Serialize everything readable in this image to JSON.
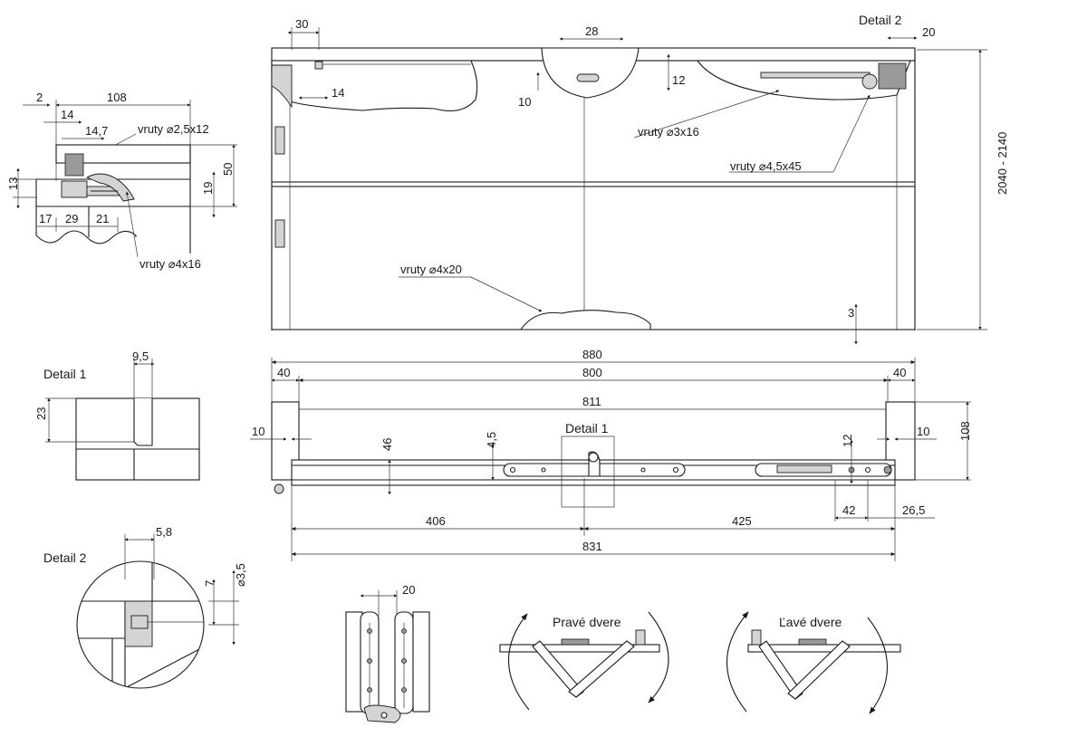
{
  "detail_titles": {
    "detail_2_top": "Detail 2",
    "detail_1": "Detail 1",
    "detail_2": "Detail 2",
    "detail_1_plan": "Detail 1"
  },
  "screws": {
    "s_2_5x12": "vruty ⌀2,5x12",
    "s_4x16": "vruty ⌀4x16",
    "s_3x16": "vruty ⌀3x16",
    "s_4_5x45": "vruty ⌀4,5x45",
    "s_4x20": "vruty ⌀4x20"
  },
  "section_dims": {
    "d2": "2",
    "d108": "108",
    "d14": "14",
    "d14_7": "14,7",
    "d13": "13",
    "d19": "19",
    "d50": "50",
    "d17": "17",
    "d29": "29",
    "d21": "21"
  },
  "elevation_dims": {
    "d30": "30",
    "d14": "14",
    "d28": "28",
    "d10": "10",
    "d12": "12",
    "d20": "20",
    "d2040_2140": "2040 - 2140",
    "d3": "3"
  },
  "plan_dims": {
    "d880": "880",
    "d40_left": "40",
    "d800": "800",
    "d40_right": "40",
    "d811": "811",
    "d10_left": "10",
    "d10_right": "10",
    "d108": "108",
    "d46": "46",
    "d4_5": "4,5",
    "d12": "12",
    "d406": "406",
    "d425": "425",
    "d42": "42",
    "d26_5": "26,5",
    "d831": "831"
  },
  "detail1_dims": {
    "d9_5": "9,5",
    "d23": "23"
  },
  "detail2_dims": {
    "d5_8": "5,8",
    "d7": "7",
    "d_phi3_5": "⌀3,5"
  },
  "hinge_dims": {
    "d20": "20"
  },
  "door_labels": {
    "right": "Pravé dvere",
    "left": "Ľavé dvere"
  }
}
